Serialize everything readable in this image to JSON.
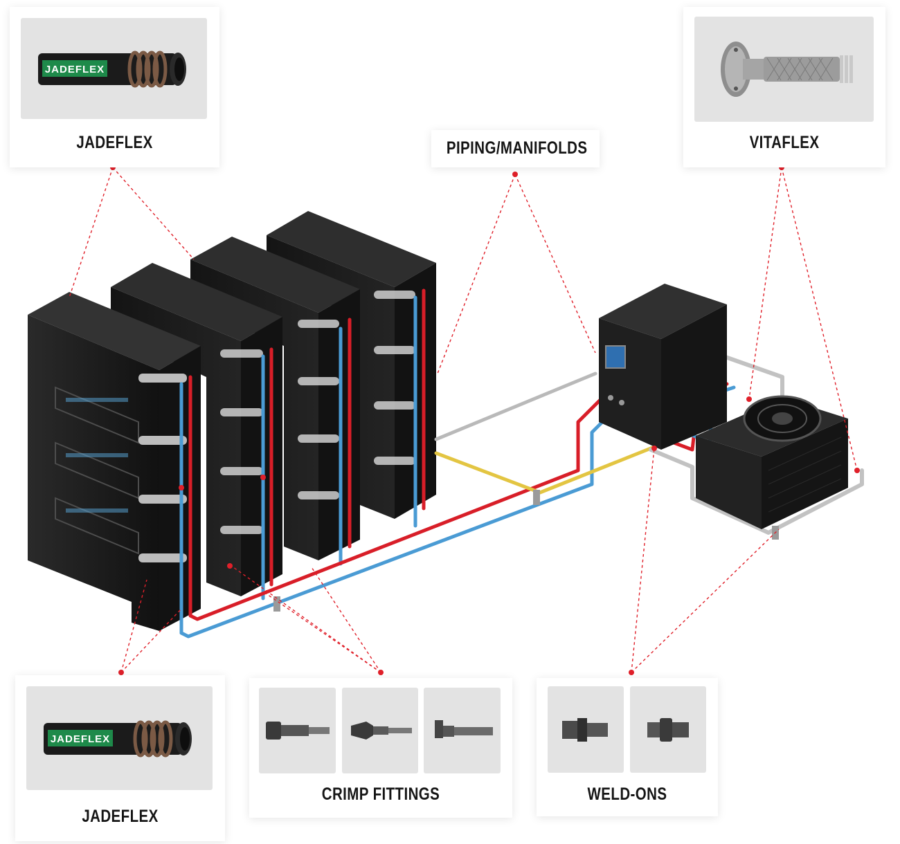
{
  "callouts": {
    "jadeflex_top": {
      "label": "JADEFLEX",
      "hose_text": "JADEFLEX",
      "icon": "jadeflex-hose"
    },
    "piping": {
      "label": "PIPING/MANIFOLDS"
    },
    "vitaflex": {
      "label": "VITAFLEX",
      "icon": "vitaflex-flanged-hose"
    },
    "jadeflex_bottom": {
      "label": "JADEFLEX",
      "hose_text": "JADEFLEX",
      "icon": "jadeflex-hose"
    },
    "crimp": {
      "label": "CRIMP FITTINGS",
      "icons": [
        "crimp-fitting-1",
        "crimp-fitting-2",
        "crimp-fitting-3"
      ]
    },
    "weld": {
      "label": "WELD-ONS",
      "icons": [
        "weld-on-1",
        "weld-on-2"
      ]
    }
  },
  "colors": {
    "marker": "#e0202a",
    "hot_line": "#d81e28",
    "cold_line": "#4a9bd4",
    "gas_line": "#e3c542",
    "steel_line": "#b9b9b9",
    "hose_band": "#1e8a4a",
    "cabinet": "#1b1b1b"
  }
}
